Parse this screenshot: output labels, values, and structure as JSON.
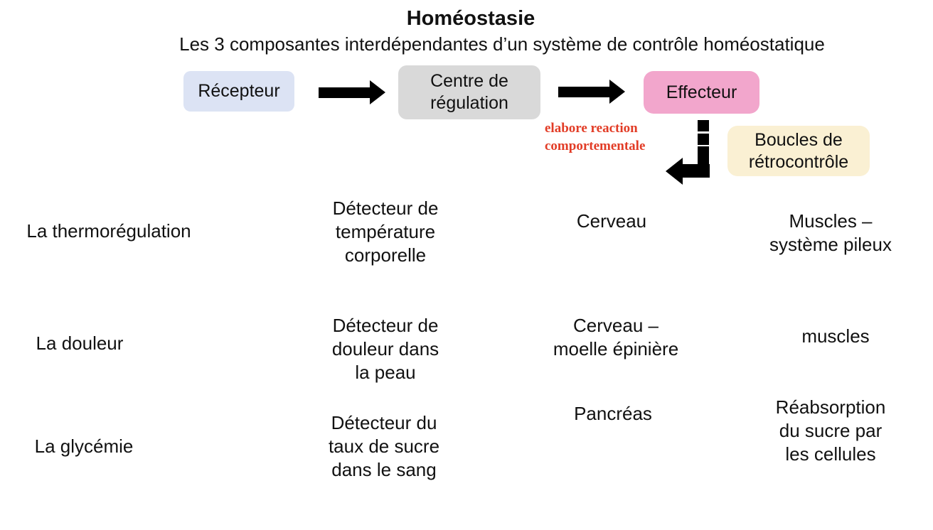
{
  "title": "Homéostasie",
  "subtitle": "Les 3 composantes interdépendantes d’un système de contrôle homéostatique",
  "flow": {
    "receptor": {
      "label": "Récepteur",
      "color": "#dce3f4"
    },
    "control_center": {
      "label": "Centre de\nrégulation",
      "color": "#d9d9d9"
    },
    "effector": {
      "label": "Effecteur",
      "color": "#f2a6cc"
    },
    "feedback_loop": {
      "label": "Boucles de\nrétrocontrôle",
      "color": "#faf0d3"
    },
    "annotation": {
      "text": "elabore reaction\ncomportementale",
      "color": "#e23c26"
    },
    "icons": {
      "arrow_receptor_to_center": "right-arrow",
      "arrow_center_to_effector": "right-arrow",
      "feedback_arrow": "dashed-down-left-arrow"
    }
  },
  "examples": [
    {
      "system": "La thermorégulation",
      "receptor": "Détecteur de\ntempérature\ncorporelle",
      "control_center": "Cerveau",
      "effector": "Muscles –\nsystème pileux"
    },
    {
      "system": "La douleur",
      "receptor": "Détecteur de\ndouleur dans\nla peau",
      "control_center": "Cerveau –\nmoelle épinière",
      "effector": "muscles"
    },
    {
      "system": "La glycémie",
      "receptor": "Détecteur du\ntaux de sucre\ndans le sang",
      "control_center": "Pancréas",
      "effector": "Réabsorption\ndu sucre par\nles cellules"
    }
  ]
}
